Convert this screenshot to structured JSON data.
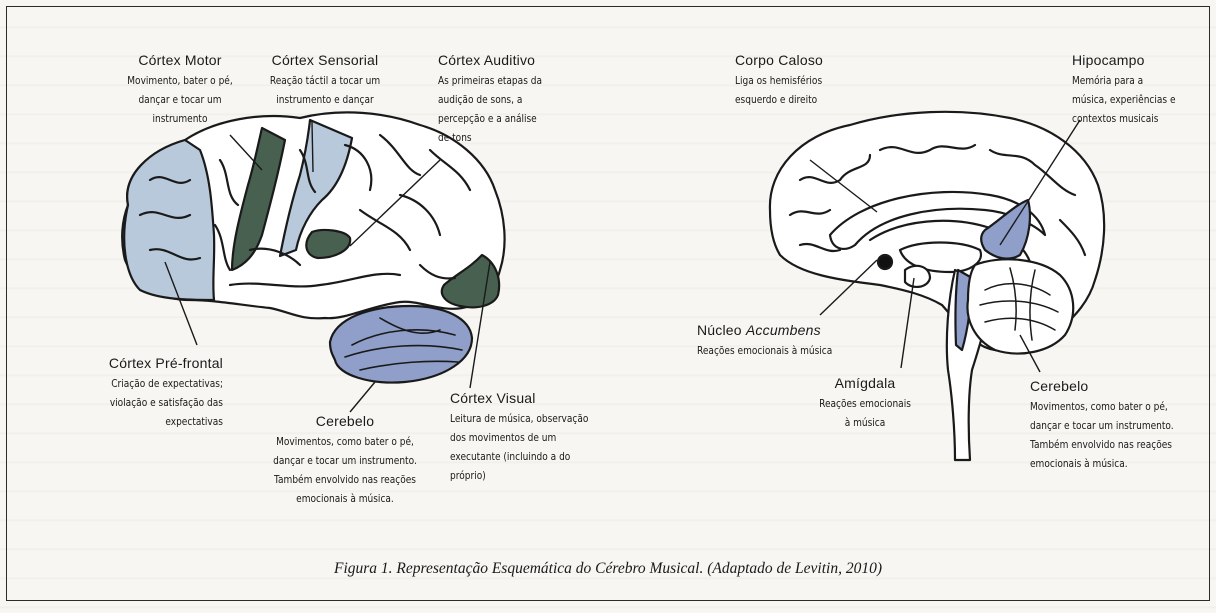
{
  "labels": {
    "motor": {
      "title": "Córtex Motor",
      "lines": [
        "Movimento, bater o pé,",
        "dançar e tocar um",
        "instrumento"
      ]
    },
    "sensorial": {
      "title": "Córtex Sensorial",
      "lines": [
        "Reação táctil a tocar um",
        "instrumento e dançar"
      ]
    },
    "auditivo": {
      "title": "Córtex Auditivo",
      "lines": [
        "As primeiras etapas da",
        "audição de sons, a",
        "percepção e a análise",
        "de tons"
      ]
    },
    "prefrontal": {
      "title": "Córtex Pré-frontal",
      "lines": [
        "Criação de expectativas;",
        "violação e satisfação das",
        "expectativas"
      ]
    },
    "cerebelo_left": {
      "title": "Cerebelo",
      "lines": [
        "Movimentos, como bater o pé,",
        "dançar e tocar um instrumento.",
        "Também envolvido nas reações",
        "emocionais à música."
      ]
    },
    "visual": {
      "title": "Córtex Visual",
      "lines": [
        "Leitura de música, observação",
        "dos movimentos de um",
        "executante (incluindo a do",
        "próprio)"
      ]
    },
    "caloso": {
      "title": "Corpo Caloso",
      "lines": [
        "Liga os hemisférios",
        "esquerdo e direito"
      ]
    },
    "hipocampo": {
      "title": "Hipocampo",
      "lines": [
        "Memória para a",
        "música, experiências e",
        "contextos musicais"
      ]
    },
    "accumbens": {
      "title": "Núcleo ",
      "title_em": "Accumbens",
      "lines": [
        "Reações emocionais à música"
      ]
    },
    "amigdala": {
      "title": "Amígdala",
      "lines": [
        "Reações emocionais",
        "à música"
      ]
    },
    "cerebelo_right": {
      "title": "Cerebelo",
      "lines": [
        "Movimentos, como bater o pé,",
        "dançar e tocar um instrumento.",
        "Também envolvido nas reações",
        "emocionais à música."
      ]
    }
  },
  "caption": "Figura 1. Representação Esquemática do Cérebro Musical. (Adaptado de Levitin, 2010)",
  "colors": {
    "dark_green": "#48604f",
    "light_blue": "#b9c9dc",
    "mid_blue": "#8f9fc9",
    "ink": "#1a1a1a"
  }
}
